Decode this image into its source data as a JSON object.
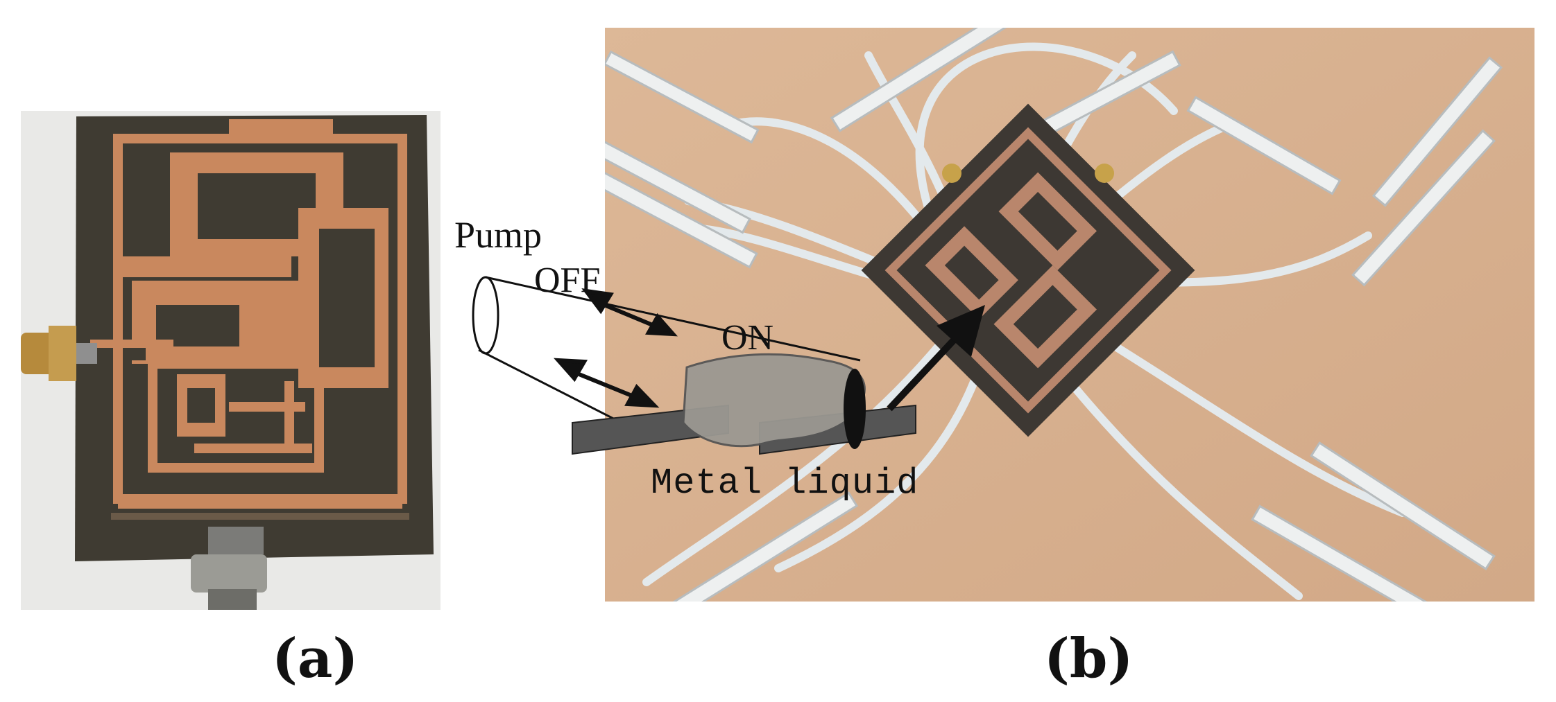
{
  "captions": {
    "a": "(a)",
    "b": "(b)"
  },
  "inset": {
    "pump": "Pump",
    "off": "OFF",
    "on": "ON",
    "metal_liquid": "Metal liquid"
  },
  "colors": {
    "substrate": "#3f3b32",
    "copper": "#c9885e",
    "table": "#d8b08f",
    "syringe": "#eef0f0",
    "tube": "#dfe6ea"
  },
  "icons": {
    "arrow": "double-headed-arrow",
    "pointer": "pointer-arrow"
  }
}
